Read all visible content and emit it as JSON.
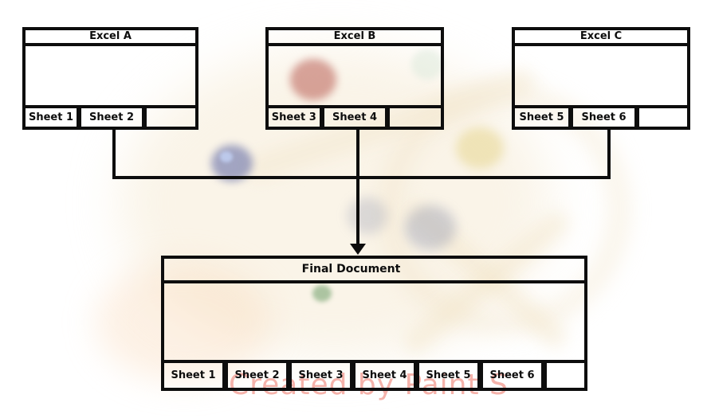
{
  "diagram": {
    "workbooks": [
      {
        "title": "Excel A",
        "sheets": [
          "Sheet 1",
          "Sheet 2"
        ]
      },
      {
        "title": "Excel B",
        "sheets": [
          "Sheet 3",
          "Sheet 4"
        ]
      },
      {
        "title": "Excel C",
        "sheets": [
          "Sheet 5",
          "Sheet 6"
        ]
      }
    ],
    "final_document": {
      "title": "Final Document",
      "sheets": [
        "Sheet 1",
        "Sheet 2",
        "Sheet 3",
        "Sheet 4",
        "Sheet 5",
        "Sheet 6"
      ]
    }
  },
  "watermark": {
    "text": "Created by Paint S",
    "text_color": "#f5b2aa"
  },
  "colors": {
    "line": "#0d0d0d",
    "background": "#ffffff"
  }
}
